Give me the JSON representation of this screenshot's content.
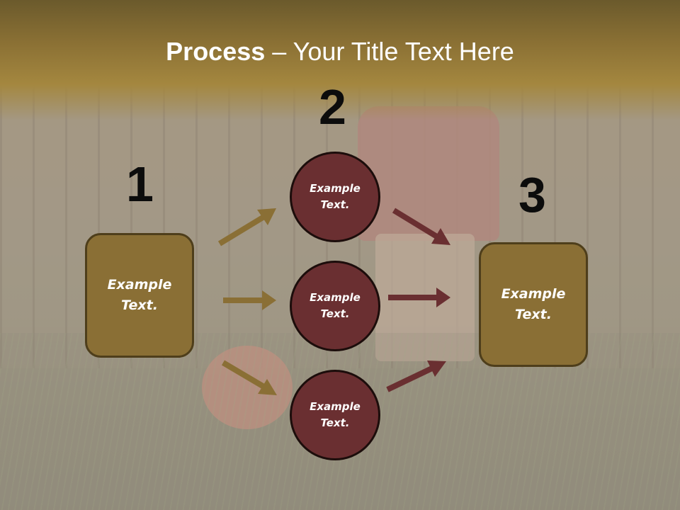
{
  "slide": {
    "title_bold": "Process",
    "title_rest": " – Your Title Text Here",
    "steps": [
      {
        "number": "1",
        "box_text": "Example\nText."
      },
      {
        "number": "2",
        "circles": [
          "Example\nText.",
          "Example\nText.",
          "Example\nText."
        ]
      },
      {
        "number": "3",
        "box_text": "Example\nText."
      }
    ]
  },
  "colors": {
    "title_band": "#a4873f",
    "box_fill": "#8a6f35",
    "circle_fill": "#6a2f31",
    "arrow_gold": "#8a6f35",
    "arrow_maroon": "#6a2f31"
  }
}
